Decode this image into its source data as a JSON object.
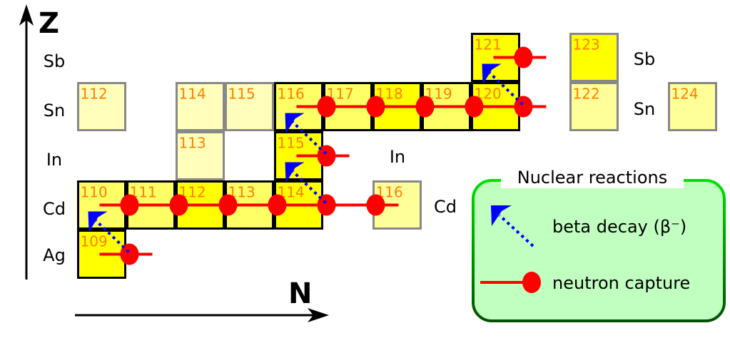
{
  "axes": {
    "z_label": "Z",
    "n_label": "N"
  },
  "elements_left": [
    "Sb",
    "Sn",
    "In",
    "Cd",
    "Ag"
  ],
  "elements_right": [
    {
      "element": "Sb",
      "label": "Sb"
    },
    {
      "element": "Sn",
      "label": "Sn"
    },
    {
      "element": "In",
      "label": "In"
    },
    {
      "element": "Cd",
      "label": "Cd"
    }
  ],
  "colors": {
    "yellow": "#ffff00",
    "light": "#ffff66",
    "pale": "#ffffbb",
    "medium": "#ffff99",
    "mass_text": "#ff8000",
    "capture": "#ff0000",
    "beta": "#0000ff",
    "legend_fill": "#c0ffc0"
  },
  "isotopes": [
    {
      "element": "Ag",
      "mass": "109",
      "fill": "yellow",
      "border": "black"
    },
    {
      "element": "Cd",
      "mass": "110",
      "fill": "light",
      "border": "black"
    },
    {
      "element": "Cd",
      "mass": "111",
      "fill": "light",
      "border": "black"
    },
    {
      "element": "Cd",
      "mass": "112",
      "fill": "yellow",
      "border": "black"
    },
    {
      "element": "Cd",
      "mass": "113",
      "fill": "light",
      "border": "black"
    },
    {
      "element": "Cd",
      "mass": "114",
      "fill": "yellow",
      "border": "black"
    },
    {
      "element": "Cd",
      "mass": "116",
      "fill": "medium",
      "border": "gray"
    },
    {
      "element": "In",
      "mass": "113",
      "fill": "pale",
      "border": "gray"
    },
    {
      "element": "In",
      "mass": "115",
      "fill": "yellow",
      "border": "black"
    },
    {
      "element": "Sn",
      "mass": "112",
      "fill": "pale",
      "border": "gray"
    },
    {
      "element": "Sn",
      "mass": "114",
      "fill": "pale",
      "border": "gray"
    },
    {
      "element": "Sn",
      "mass": "115",
      "fill": "pale",
      "border": "gray"
    },
    {
      "element": "Sn",
      "mass": "116",
      "fill": "light",
      "border": "black"
    },
    {
      "element": "Sn",
      "mass": "117",
      "fill": "light",
      "border": "black"
    },
    {
      "element": "Sn",
      "mass": "118",
      "fill": "yellow",
      "border": "black"
    },
    {
      "element": "Sn",
      "mass": "119",
      "fill": "light",
      "border": "black"
    },
    {
      "element": "Sn",
      "mass": "120",
      "fill": "yellow",
      "border": "black"
    },
    {
      "element": "Sn",
      "mass": "122",
      "fill": "medium",
      "border": "gray"
    },
    {
      "element": "Sn",
      "mass": "124",
      "fill": "medium",
      "border": "gray"
    },
    {
      "element": "Sb",
      "mass": "121",
      "fill": "yellow",
      "border": "black"
    },
    {
      "element": "Sb",
      "mass": "123",
      "fill": "yellow",
      "border": "gray"
    }
  ],
  "captures": [
    {
      "from": [
        "Ag",
        109
      ],
      "to": [
        "Ag",
        110
      ]
    },
    {
      "from": [
        "Cd",
        110
      ],
      "to": [
        "Cd",
        116
      ]
    },
    {
      "from": [
        "In",
        115
      ],
      "to": [
        "In",
        116
      ]
    },
    {
      "from": [
        "Sn",
        116
      ],
      "to": [
        "Sn",
        121
      ]
    },
    {
      "from": [
        "Sb",
        121
      ],
      "to": [
        "Sb",
        122
      ]
    }
  ],
  "beta_decays": [
    {
      "from": [
        "Ag",
        110
      ],
      "to": [
        "Cd",
        110
      ]
    },
    {
      "from": [
        "Cd",
        115
      ],
      "to": [
        "In",
        115
      ]
    },
    {
      "from": [
        "In",
        116
      ],
      "to": [
        "Sn",
        116
      ]
    },
    {
      "from": [
        "Sn",
        121
      ],
      "to": [
        "Sb",
        121
      ]
    }
  ],
  "legend": {
    "title": "Nuclear reactions",
    "beta_label": "beta decay (β⁻)",
    "capture_label": "neutron capture"
  }
}
